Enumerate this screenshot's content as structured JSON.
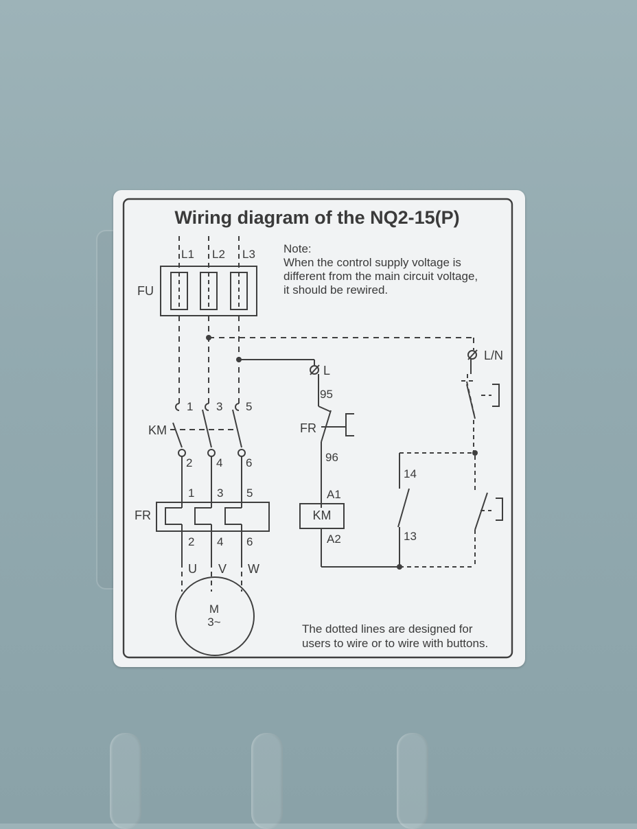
{
  "diagram": {
    "title": "Wiring diagram of the NQ2-15(P)",
    "note": {
      "heading": "Note:",
      "line1": "When the control supply voltage is",
      "line2": "different from the main circuit voltage,",
      "line3": "it should be rewired."
    },
    "footer": {
      "line1": "The dotted lines are designed for",
      "line2": "users to wire or to wire with buttons."
    },
    "phases": {
      "l1": "L1",
      "l2": "L2",
      "l3": "L3"
    },
    "fuse_label": "FU",
    "contactor_label": "KM",
    "overload_label": "FR",
    "km_terms_top": [
      "1",
      "3",
      "5"
    ],
    "km_terms_bottom": [
      "2",
      "4",
      "6"
    ],
    "fr_terms_top": [
      "1",
      "3",
      "5"
    ],
    "fr_terms_bottom": [
      "2",
      "4",
      "6"
    ],
    "outputs": {
      "u": "U",
      "v": "V",
      "w": "W"
    },
    "motor": {
      "line1": "M",
      "line2": "3~"
    },
    "control": {
      "supply_l": "L",
      "supply_ln": "L/N",
      "fr_contact_label": "FR",
      "fr_95": "95",
      "fr_96": "96",
      "coil_label": "KM",
      "coil_a1": "A1",
      "coil_a2": "A2",
      "aux_14": "14",
      "aux_13": "13"
    }
  }
}
